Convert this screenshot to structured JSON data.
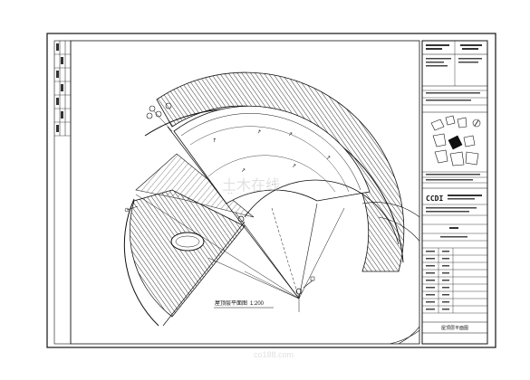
{
  "drawing": {
    "title": "屋顶层平面图",
    "scale": "1:200",
    "company_code": "CCDI",
    "sheet_title": "屋顶层平面图",
    "sheet_number": "",
    "watermark": "土木在线"
  },
  "colors": {
    "line": "#111111",
    "hatch": "#222222",
    "paper": "#ffffff"
  },
  "icons": {
    "north_arrow": "north-arrow-icon",
    "section_markers": "section-marker-icon"
  }
}
